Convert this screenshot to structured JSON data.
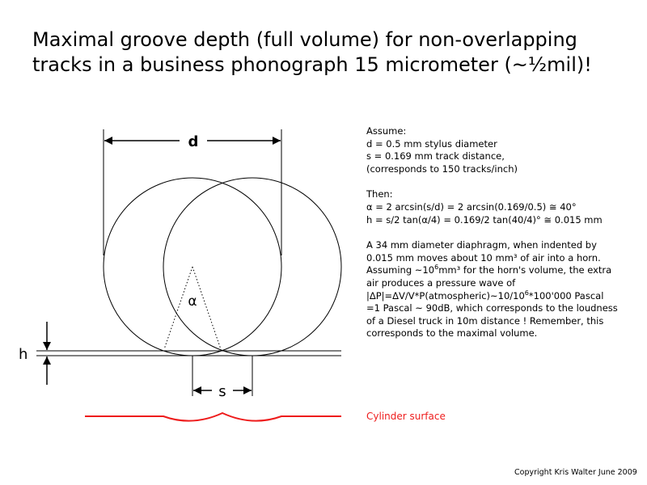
{
  "title": {
    "line1": "Maximal groove depth (full volume) for non-overlapping",
    "line2": "tracks in a business phonograph 15 micrometer (~½mil)!"
  },
  "diagram": {
    "d_label": "d",
    "h_label": "h",
    "s_label": "s",
    "alpha_label": "α"
  },
  "notes": {
    "assume": [
      "Assume:",
      "d = 0.5 mm stylus diameter",
      "s = 0.169 mm track distance,",
      "(corresponds to 150 tracks/inch)"
    ],
    "then": [
      "Then:",
      "α = 2 arcsin(s/d) = 2 arcsin(0.169/0.5) ≅ 40°",
      "h = s/2 tan(α/4) = 0.169/2 tan(40/4)° ≅ 0.015 mm"
    ],
    "para": {
      "l1": "A 34 mm diameter diaphragm, when indented by",
      "l2": "0.015 mm moves about 10 mm³ of air into a horn.",
      "l3a": "Assuming ~10",
      "l3sup": "6",
      "l3b": "mm³ for the horn's volume, the extra",
      "l4": "air produces a pressure wave of",
      "l5a": "|ΔP|=ΔV/V*P(atmospheric)~10/10",
      "l5sup": "6",
      "l5b": "*100'000 Pascal",
      "l6": "=1 Pascal ~ 90dB, which corresponds to the loudness",
      "l7": "of a Diesel truck in 10m distance ! Remember, this",
      "l8": "corresponds to the maximal volume."
    }
  },
  "legend": {
    "cylinder_label": "Cylinder surface",
    "cylinder_color": "#ee1c1c"
  },
  "copyright": "Copyright Kris Walter June 2009"
}
